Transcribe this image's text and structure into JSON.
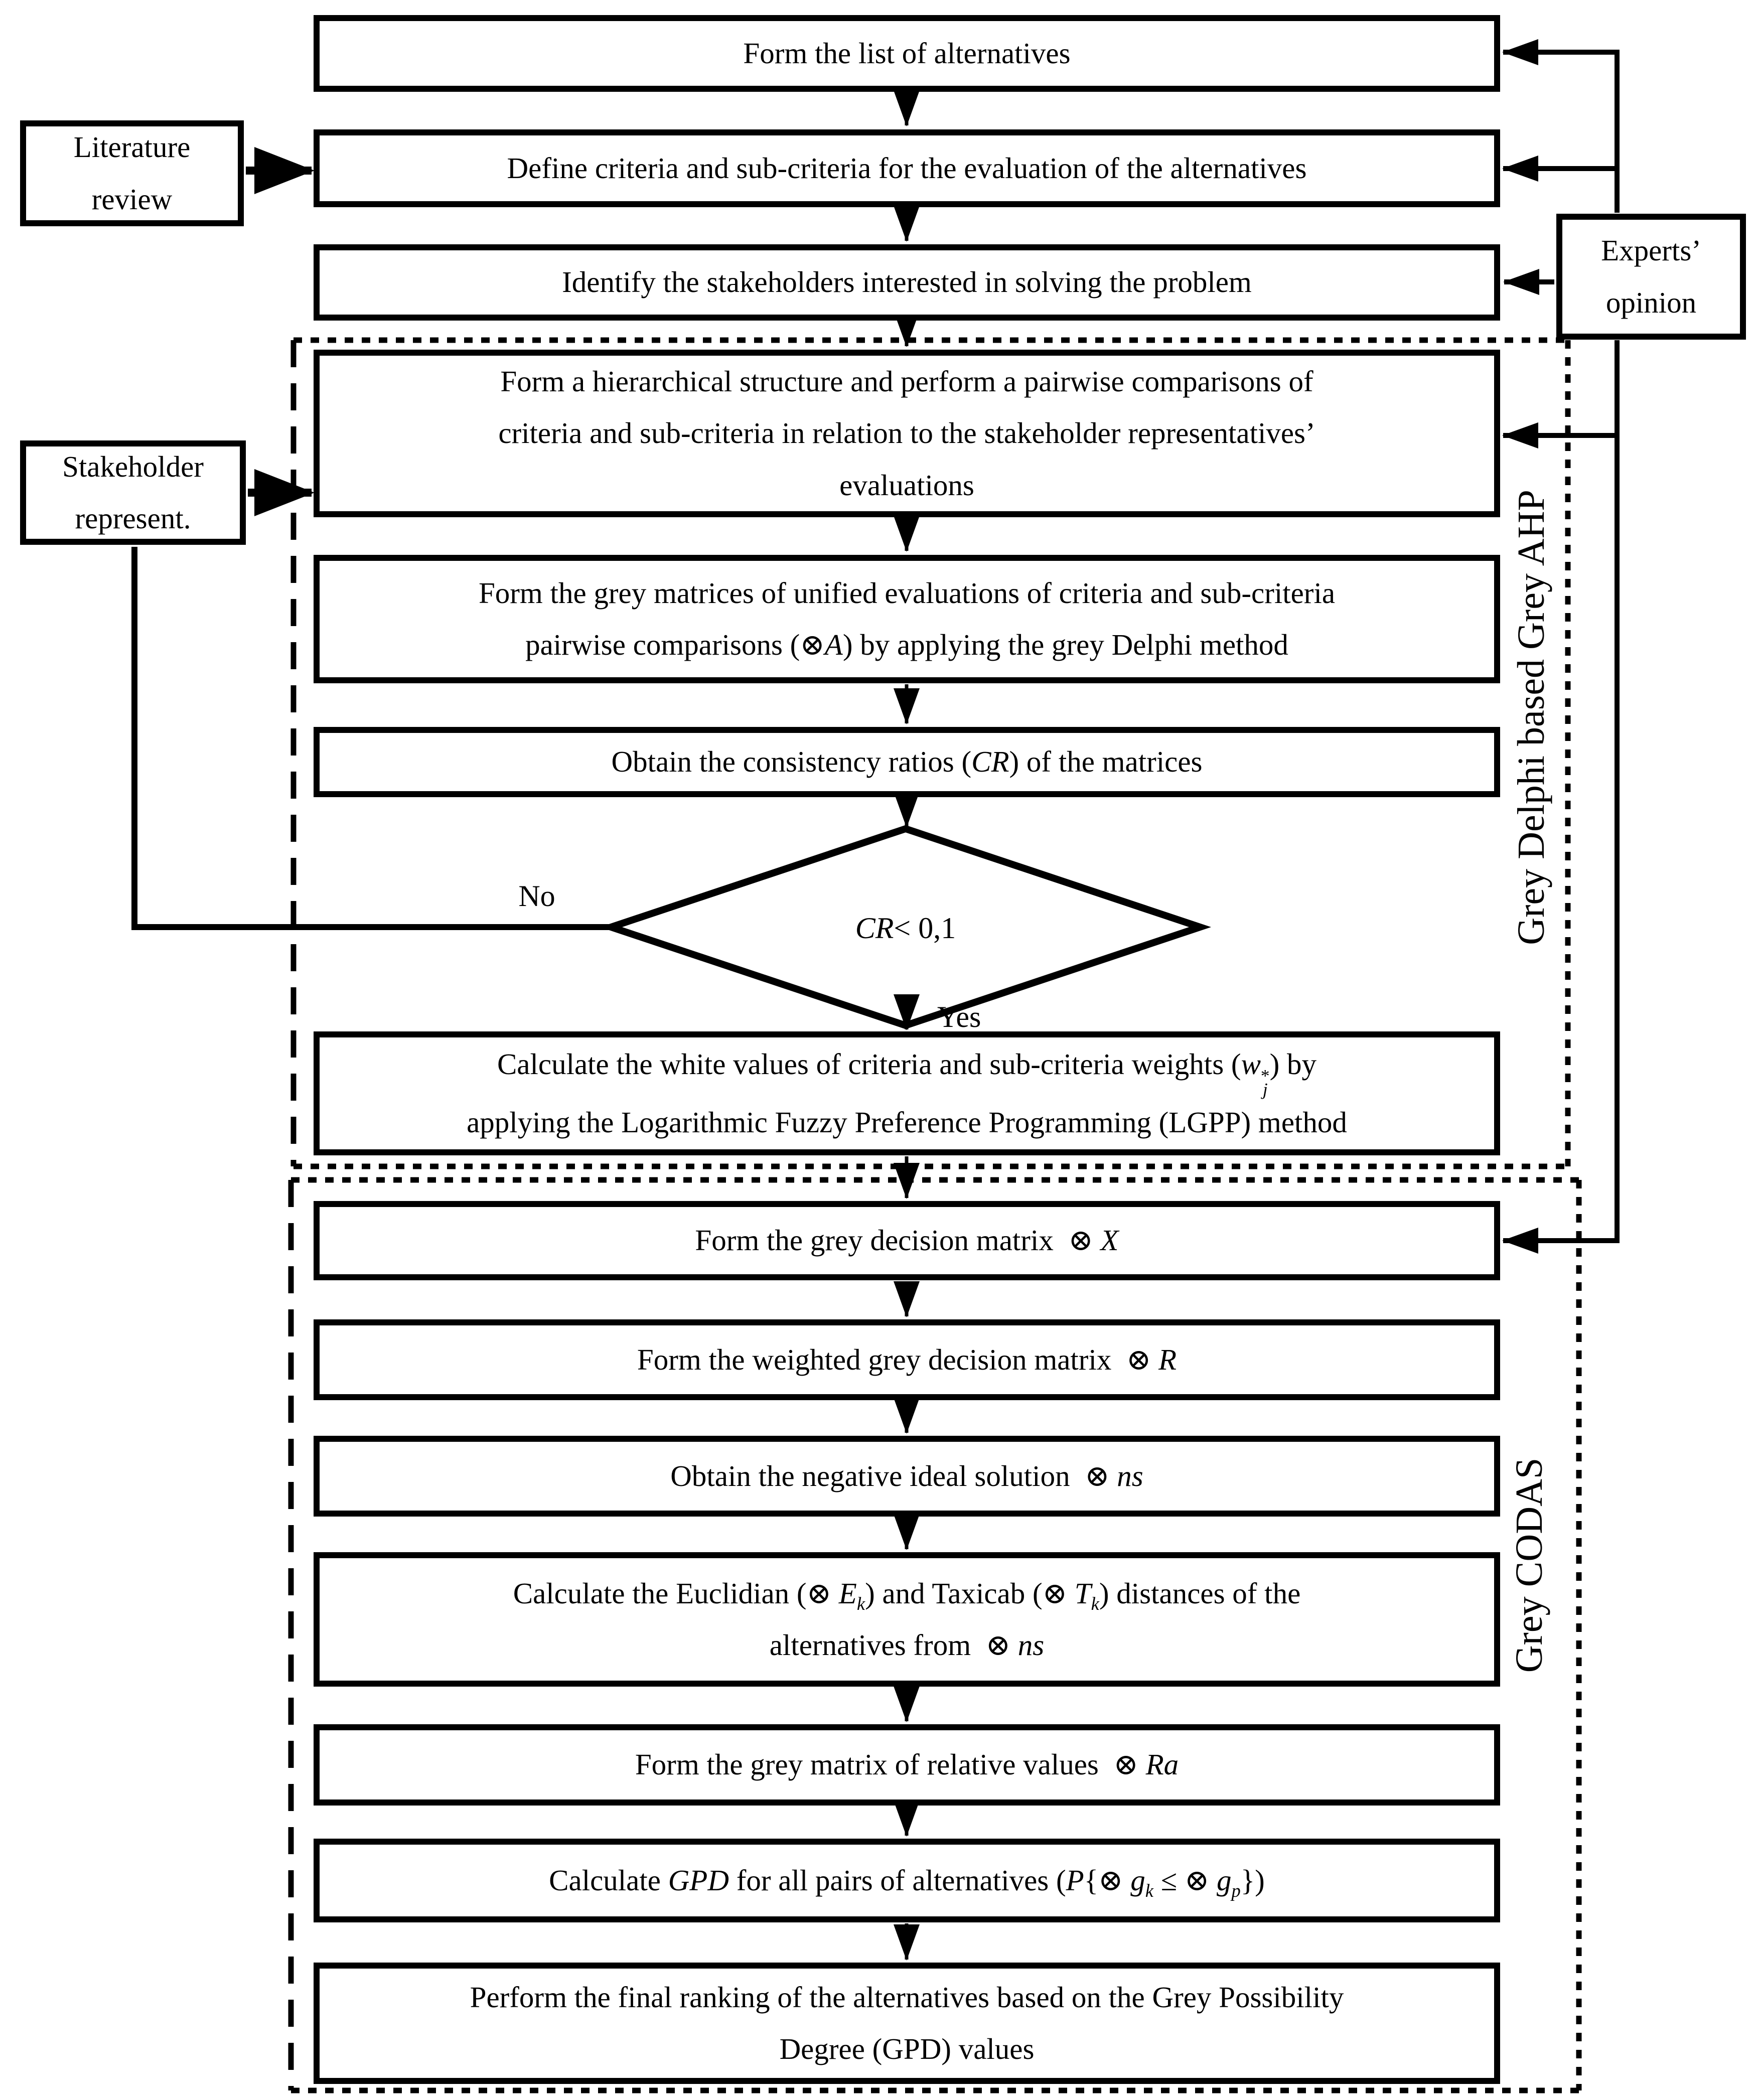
{
  "canvas": {
    "background": "#ffffff",
    "line_color": "#000000"
  },
  "flow": {
    "steps": [
      {
        "name": "form-alternatives",
        "label": "Form the list of alternatives"
      },
      {
        "name": "define-criteria",
        "label": "Define criteria and sub-criteria for the evaluation of the alternatives"
      },
      {
        "name": "identify-stakeholders",
        "label": "Identify the stakeholders interested in solving the problem"
      },
      {
        "name": "hierarchical-structure",
        "label": "Form a hierarchical structure and perform a pairwise comparisons of<br>criteria and sub-criteria in relation to the stakeholder representatives’<br>evaluations"
      },
      {
        "name": "grey-matrices",
        "label": "Form the grey matrices of unified evaluations of criteria and sub-criteria<br>pairwise comparisons (⊗<i>A</i>) by applying the grey Delphi method"
      },
      {
        "name": "consistency-ratios",
        "label": "Obtain the consistency ratios (<i>CR</i>) of the matrices"
      },
      {
        "name": "white-values",
        "label": "Calculate the white values of criteria and sub-criteria weights (<i>w</i><span class='ss'><span>*</span><span><i>j</i></span></span>) by<br>applying the Logarithmic Fuzzy Preference Programming (LGPP) method"
      },
      {
        "name": "grey-decision-matrix",
        "label": "Form the grey decision matrix&nbsp; ⊗ <i>X</i>"
      },
      {
        "name": "weighted-grey-decision-matrix",
        "label": "Form the weighted grey decision matrix&nbsp; ⊗ <i>R</i>"
      },
      {
        "name": "negative-ideal-solution",
        "label": "Obtain the negative ideal solution&nbsp; ⊗ <i>ns</i>"
      },
      {
        "name": "distances",
        "label": "Calculate the Euclidian (⊗ <i>E</i><sub><i>k</i></sub>) and Taxicab (⊗ <i>T</i><sub><i>k</i></sub>) distances of the<br>alternatives from&nbsp; ⊗ <i>ns</i>"
      },
      {
        "name": "relative-values",
        "label": "Form the grey matrix of relative values&nbsp; ⊗ <i>Ra</i>"
      },
      {
        "name": "gpd-pairs",
        "label": "Calculate <i>GPD</i> for all pairs of alternatives (<i>P</i>{⊗ <i>g</i><sub><i>k</i></sub> ≤ ⊗ <i>g</i><sub><i>p</i></sub>})"
      },
      {
        "name": "final-ranking",
        "label": "Perform the final ranking of the alternatives based on the Grey Possibility<br>Degree (GPD) values"
      }
    ]
  },
  "decision": {
    "label": "<i>CR</i> &lt; 0,1",
    "yes_label": "Yes",
    "no_label": "No"
  },
  "inputs": {
    "literature": "Literature<br>review",
    "stakeholder": "Stakeholder<br>represent.",
    "experts": "Experts’<br>opinion"
  },
  "regions": {
    "ahp": "Grey Delphi based Grey AHP",
    "codas": "Grey CODAS"
  }
}
